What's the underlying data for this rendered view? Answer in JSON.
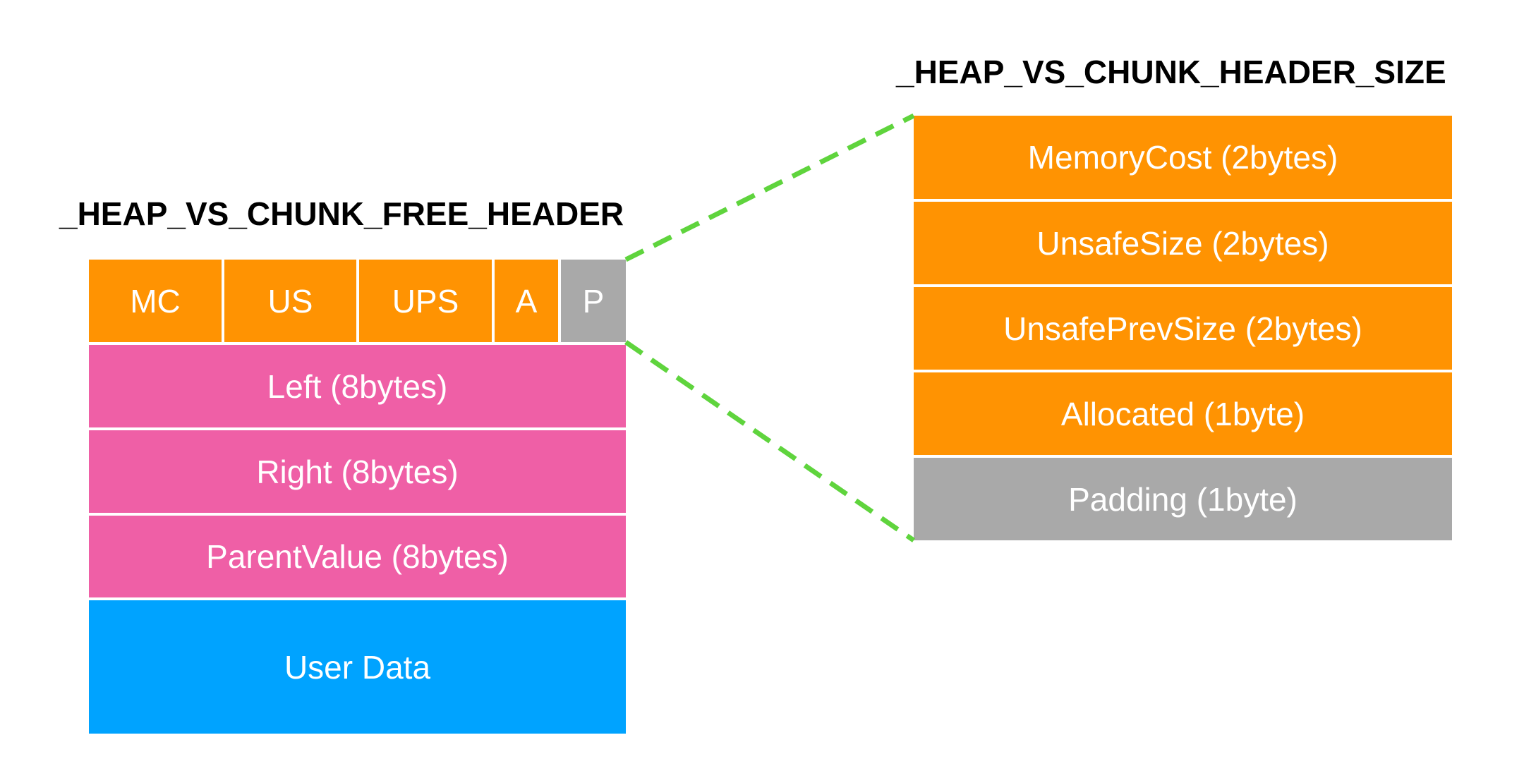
{
  "free_header": {
    "title": "_HEAP_VS_CHUNK_FREE_HEADER",
    "header_fields": [
      "MC",
      "US",
      "UPS",
      "A",
      "P"
    ],
    "rows": [
      "Left (8bytes)",
      "Right (8bytes)",
      "ParentValue (8bytes)",
      "User Data"
    ]
  },
  "header_size": {
    "title": "_HEAP_VS_CHUNK_HEADER_SIZE",
    "rows": [
      "MemoryCost (2bytes)",
      "UnsafeSize (2bytes)",
      "UnsafePrevSize (2bytes)",
      "Allocated (1byte)",
      "Padding (1byte)"
    ]
  },
  "colors": {
    "header_field": "#ff9302",
    "padding_field": "#a9a9a9",
    "link_field": "#ef5fa6",
    "user_data": "#00a3ff",
    "connector": "#5fd43d"
  }
}
